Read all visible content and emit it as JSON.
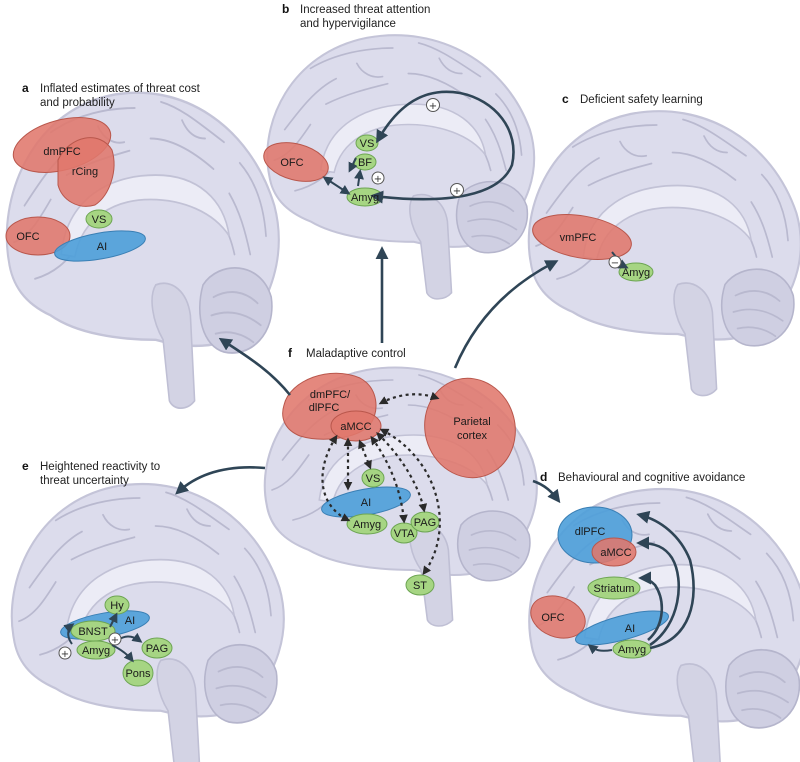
{
  "panels": {
    "a": {
      "letter": "a",
      "title_line1": "Inflated estimates of threat cost",
      "title_line2": "and probability",
      "labels": {
        "dmpfc": "dmPFC",
        "rcing": "rCing",
        "vs": "VS",
        "ofc": "OFC",
        "ai": "AI"
      }
    },
    "b": {
      "letter": "b",
      "title_line1": "Increased threat attention",
      "title_line2": "and hypervigilance",
      "labels": {
        "vs": "VS",
        "bf": "BF",
        "ofc": "OFC",
        "amyg": "Amyg"
      },
      "signs": {
        "plus": "+"
      }
    },
    "c": {
      "letter": "c",
      "title_line1": "Deficient safety learning",
      "labels": {
        "vmpfc": "vmPFC",
        "amyg": "Amyg"
      },
      "signs": {
        "minus": "−"
      }
    },
    "d": {
      "letter": "d",
      "title_line1": "Behavioural and cognitive avoidance",
      "labels": {
        "dlpfc": "dlPFC",
        "amcc": "aMCC",
        "striatum": "Striatum",
        "ofc": "OFC",
        "ai": "AI",
        "amyg": "Amyg"
      }
    },
    "e": {
      "letter": "e",
      "title_line1": "Heightened reactivity to",
      "title_line2": "threat uncertainty",
      "labels": {
        "hy": "Hy",
        "ai": "AI",
        "bnst": "BNST",
        "amyg": "Amyg",
        "pag": "PAG",
        "pons": "Pons"
      },
      "signs": {
        "plus": "+"
      }
    },
    "f": {
      "letter": "f",
      "title_line1": "Maladaptive control",
      "labels": {
        "dmpfc_line1": "dmPFC/",
        "dmpfc_line2": "dlPFC",
        "amcc": "aMCC",
        "parietal_line1": "Parietal",
        "parietal_line2": "cortex",
        "vs": "VS",
        "ai": "AI",
        "amyg": "Amyg",
        "vta": "VTA",
        "pag": "PAG",
        "st": "ST"
      }
    }
  },
  "colors": {
    "prefrontal": "#e0786c",
    "insula": "#4d9fd9",
    "subcortical": "#a6d583",
    "brain": "#dcdcec",
    "arrow": "#2f4556"
  }
}
